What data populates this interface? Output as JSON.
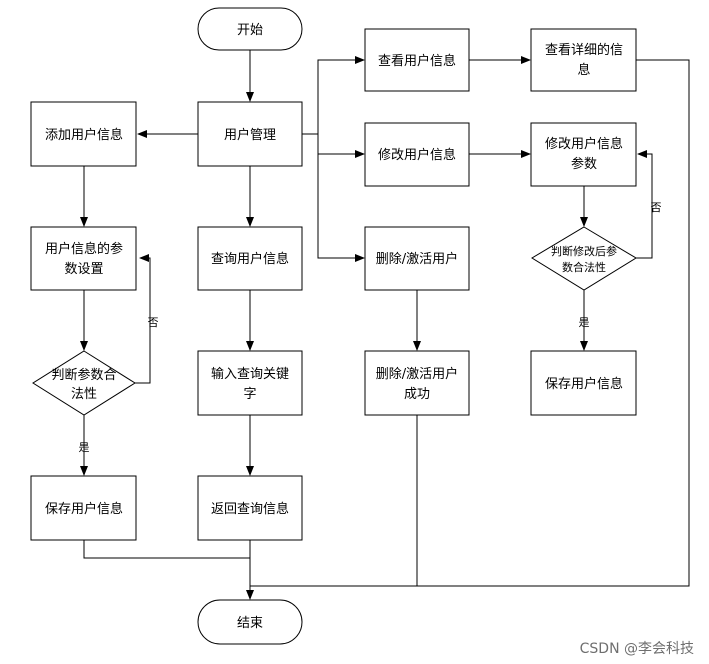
{
  "nodes": {
    "start": "开始",
    "user_mgmt": "用户管理",
    "add_user": "添加用户信息",
    "param_setting": [
      "用户信息的参",
      "数设置"
    ],
    "check_valid_left": [
      "判断参数合",
      "法性"
    ],
    "save_left": "保存用户信息",
    "query_user": "查询用户信息",
    "input_keyword": [
      "输入查询关键",
      "字"
    ],
    "return_query": "返回查询信息",
    "view_user": "查看用户信息",
    "view_detail": [
      "查看详细的信",
      "息"
    ],
    "edit_user": "修改用户信息",
    "edit_params": [
      "修改用户信息",
      "参数"
    ],
    "check_valid_right": [
      "判断修改后参",
      "数合法性"
    ],
    "save_right": "保存用户信息",
    "delete_user": "删除/激活用户",
    "delete_success": [
      "删除/激活用户",
      "成功"
    ],
    "end": "结束"
  },
  "edge_labels": {
    "no_left": "否",
    "yes_left": "是",
    "no_right": "否",
    "yes_right": "是"
  },
  "watermark": "CSDN @李会科技"
}
